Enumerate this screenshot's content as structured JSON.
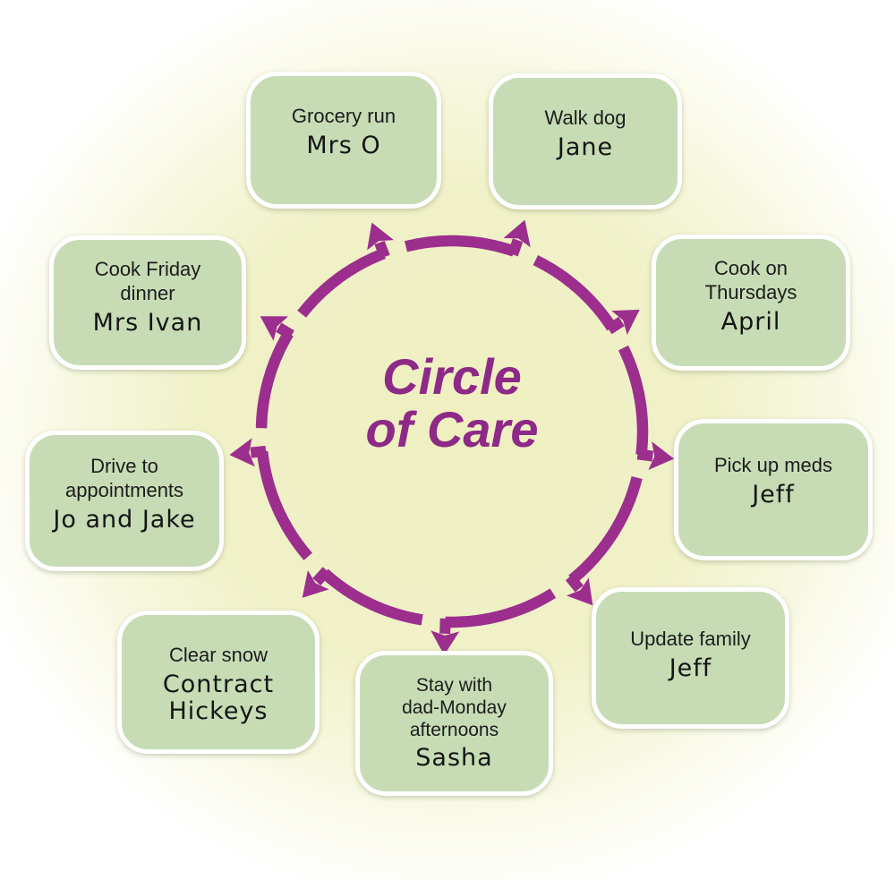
{
  "title": {
    "line1": "Circle",
    "line2": "of Care"
  },
  "colors": {
    "arrow_purple": "#9c2e8e",
    "title_purple": "#8d2987",
    "card_green": "#c7dcb5",
    "background_center": "#efefc0"
  },
  "cards": [
    {
      "task": "Grocery run",
      "name": "Mrs O"
    },
    {
      "task": "Walk dog",
      "name": "Jane"
    },
    {
      "task": "Cook on\nThursdays",
      "name": "April"
    },
    {
      "task": "Pick up meds",
      "name": "Jeff"
    },
    {
      "task": "Update family",
      "name": "Jeff"
    },
    {
      "task": "Stay with\ndad-Monday\nafternoons",
      "name": "Sasha"
    },
    {
      "task": "Clear snow",
      "name": "Contract\nHickeys"
    },
    {
      "task": "Drive to\nappointments",
      "name": "Jo and Jake"
    },
    {
      "task": "Cook Friday\ndinner",
      "name": "Mrs Ivan"
    }
  ]
}
